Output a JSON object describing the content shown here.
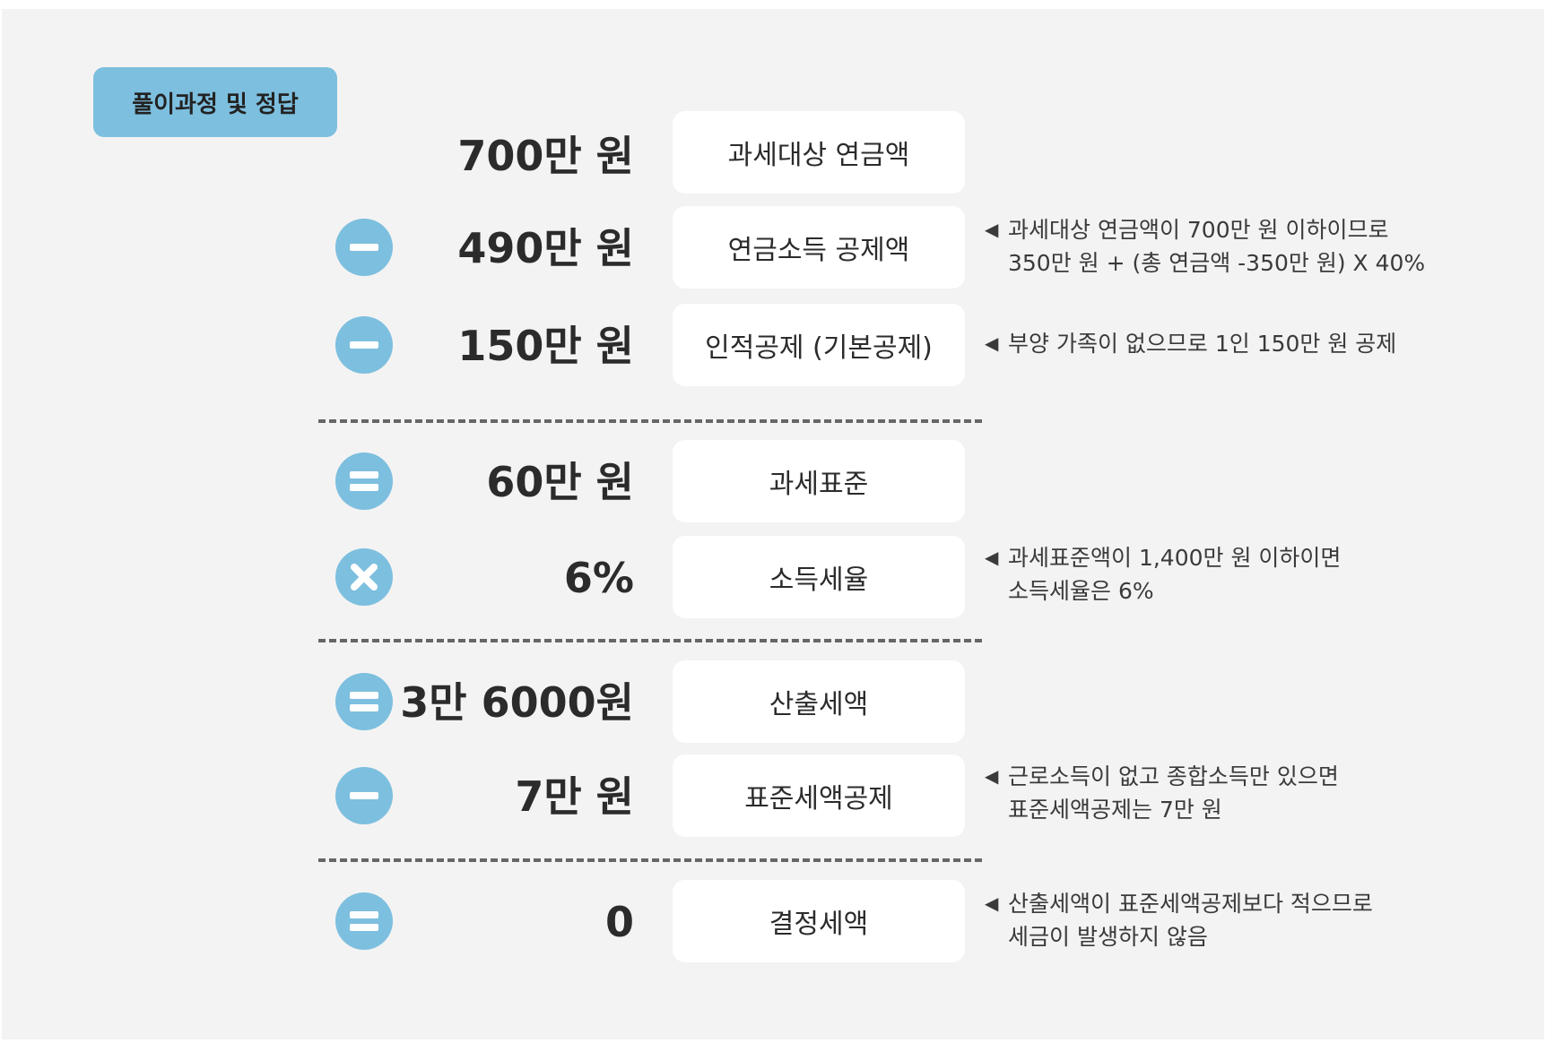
{
  "header": {
    "title": "풀이과정 및 정답"
  },
  "rows": [
    {
      "operator": "",
      "amount": "700만 원",
      "label": "과세대상 연금액",
      "note": []
    },
    {
      "operator": "minus-icon",
      "amount": "490만 원",
      "label": "연금소득 공제액",
      "note": [
        "과세대상 연금액이 700만 원 이하이므로",
        "350만 원 + (총 연금액 -350만 원) X 40%"
      ]
    },
    {
      "operator": "minus-icon",
      "amount": "150만 원",
      "label": "인적공제 (기본공제)",
      "note": [
        "부양 가족이 없으므로 1인 150만 원 공제"
      ]
    },
    {
      "operator": "equals-icon",
      "amount": "60만 원",
      "label": "과세표준",
      "note": []
    },
    {
      "operator": "times-icon",
      "amount": "6%",
      "label": "소득세율",
      "note": [
        "과세표준액이 1,400만 원 이하이면",
        "소득세율은 6%"
      ]
    },
    {
      "operator": "equals-icon",
      "amount": "3만 6000원",
      "label": "산출세액",
      "note": []
    },
    {
      "operator": "minus-icon",
      "amount": "7만 원",
      "label": "표준세액공제",
      "note": [
        "근로소득이 없고 종합소득만 있으면",
        "표준세액공제는 7만 원"
      ]
    },
    {
      "operator": "equals-icon",
      "amount": "0",
      "label": "결정세액",
      "note": [
        "산출세액이 표준세액공제보다 적으므로",
        "세금이 발생하지 않음"
      ]
    }
  ],
  "note_marker": "◀",
  "colors": {
    "accent": "#7dbfdf",
    "panel": "#f3f3f3",
    "box": "#ffffff",
    "text": "#2b2b2b"
  }
}
